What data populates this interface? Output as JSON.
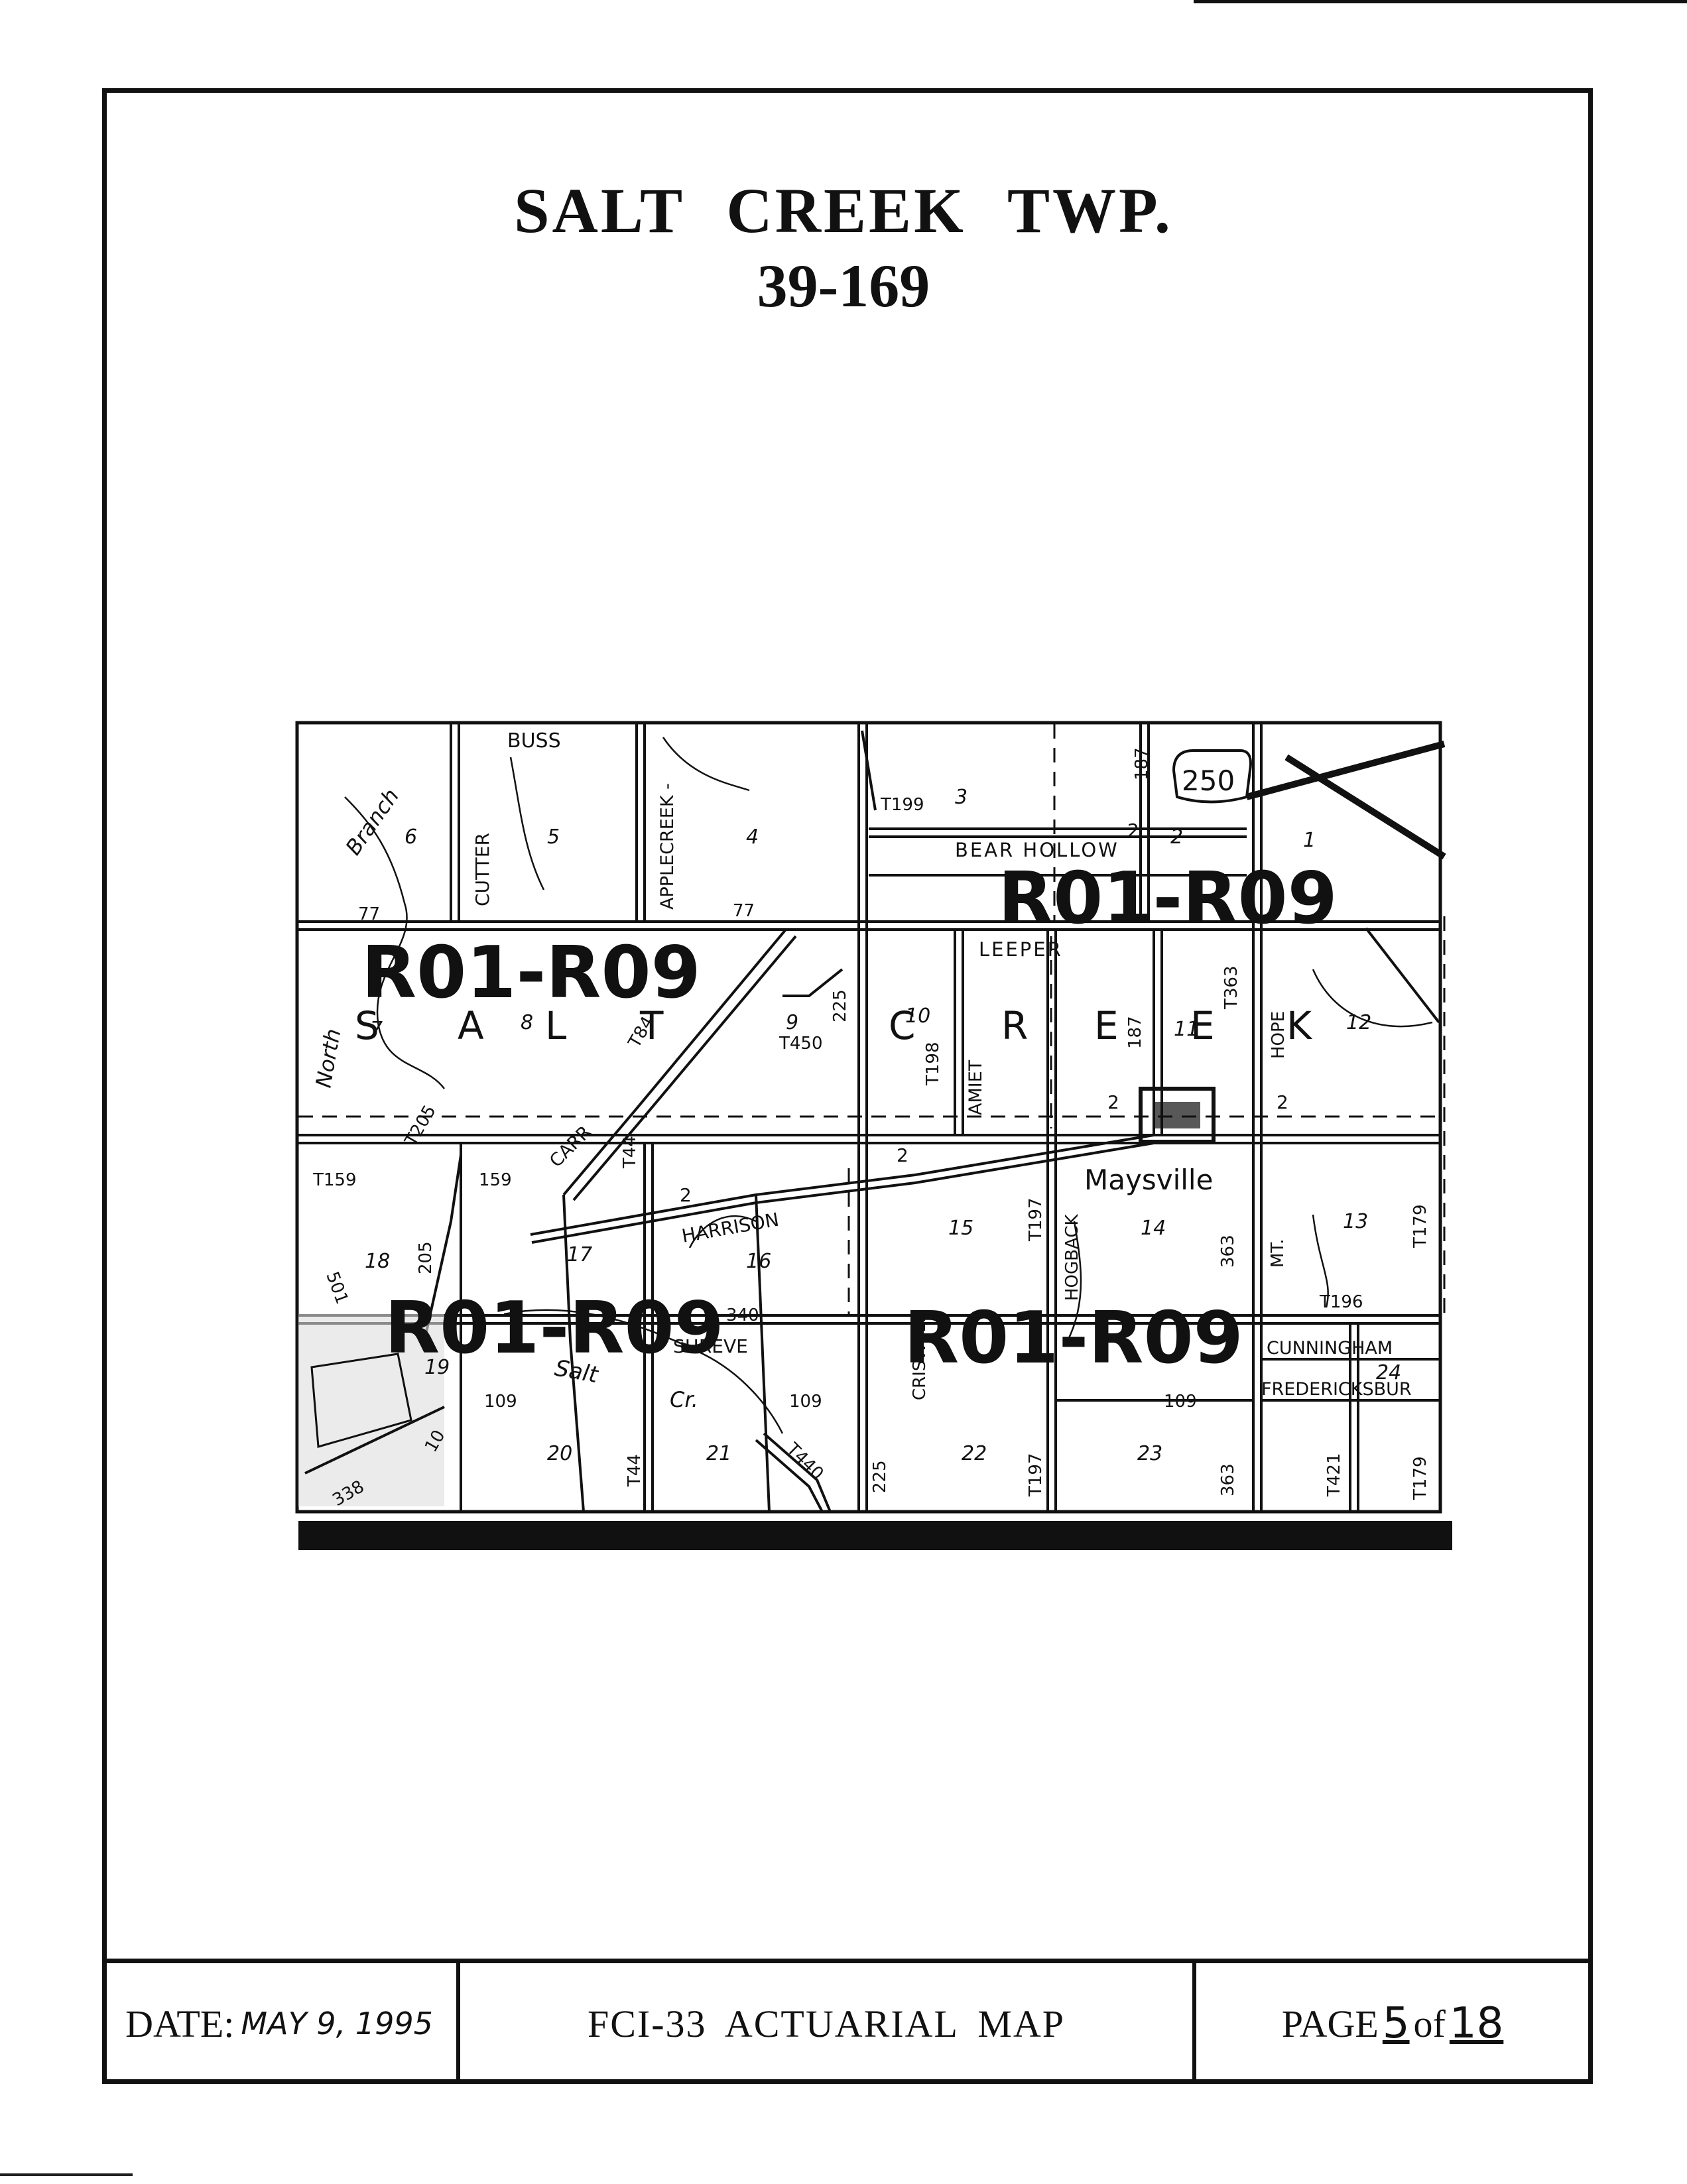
{
  "title": {
    "line1": "SALT CREEK TWP.",
    "line2": "39-169"
  },
  "footer": {
    "date_label": "DATE:",
    "date_value": "MAY 9, 1995",
    "map_name": "FCI-33 ACTUARIAL MAP",
    "page_label": "PAGE",
    "page_number": "5",
    "page_of": "of",
    "page_total": "18"
  },
  "map": {
    "region_stamp": "R01-R09",
    "township_letters": [
      "S",
      "A",
      "L",
      "T",
      "C",
      "R",
      "E",
      "E",
      "K"
    ],
    "place_names": {
      "town": "Maysville",
      "village": "FREDERICKSBUR",
      "stream_salt": "Salt",
      "stream_cr": "Cr.",
      "branch": "Branch",
      "north": "North"
    },
    "roads": {
      "buss": "BUSS",
      "cutter": "CUTTER",
      "applecreek": "APPLECREEK -",
      "bear_hollow": "BEAR HOLLOW",
      "leeper": "LEEPER",
      "hope": "HOPE",
      "amiet": "AMIET",
      "carr": "CARR",
      "harrison": "HARRISON",
      "shreve": "SHREVE",
      "criswell": "CRISWELL",
      "hogback": "HOGBACK",
      "mt": "MT.",
      "cunningham": "CUNNINGHAM",
      "us250": "250",
      "r187a": "187",
      "r187b": "187",
      "t199": "T199",
      "r77a": "77",
      "r77b": "77",
      "r225a": "225",
      "t450": "T450",
      "t198": "T198",
      "t363": "T363",
      "r2a": "2",
      "r2b": "2",
      "r2c": "2",
      "r2d": "2",
      "r2e": "2",
      "t205": "T205",
      "r205": "205",
      "t159": "T159",
      "r159": "159",
      "t44a": "T44",
      "t84": "T84",
      "t197a": "T197",
      "r363a": "363",
      "t179a": "T179",
      "t196": "T196",
      "r501": "501",
      "r340": "340",
      "r109a": "109",
      "r109b": "109",
      "r109c": "109",
      "t44b": "T44",
      "t440": "T440",
      "r225b": "225",
      "t197b": "T197",
      "r363b": "363",
      "t421": "T421",
      "t179b": "T179",
      "r10": "10",
      "r338": "338"
    },
    "sections": [
      "1",
      "2",
      "3",
      "4",
      "5",
      "6",
      "7",
      "8",
      "9",
      "10",
      "11",
      "12",
      "13",
      "14",
      "15",
      "16",
      "17",
      "18",
      "19",
      "20",
      "21",
      "22",
      "23",
      "24"
    ]
  }
}
